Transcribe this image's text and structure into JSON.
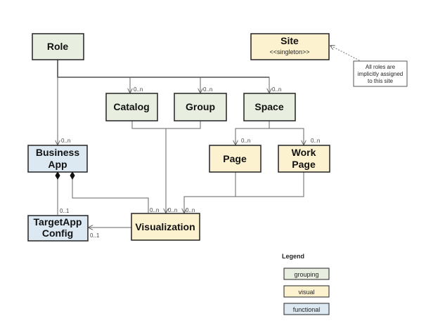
{
  "colors": {
    "grouping": "#e8eee0",
    "visual": "#fdf2d0",
    "functional": "#dde9f2",
    "border": "#222222",
    "edge": "#666666"
  },
  "nodes": {
    "role": {
      "label": "Role"
    },
    "site": {
      "label": "Site",
      "stereotype": "<<singleton>>"
    },
    "catalog": {
      "label": "Catalog"
    },
    "group": {
      "label": "Group"
    },
    "space": {
      "label": "Space"
    },
    "business_app": {
      "label_line1": "Business",
      "label_line2": "App"
    },
    "page": {
      "label": "Page"
    },
    "work_page": {
      "label_line1": "Work",
      "label_line2": "Page"
    },
    "target_app_config": {
      "label_line1": "TargetApp",
      "label_line2": "Config"
    },
    "visualization": {
      "label": "Visualization"
    }
  },
  "note": {
    "line1": "All roles are",
    "line2": "implicitly assigned",
    "line3": "to this site"
  },
  "multiplicities": {
    "role_catalog": "0..n",
    "role_group": "0..n",
    "role_space": "0..n",
    "role_businessapp": "0..n",
    "space_page": "0..n",
    "space_workpage": "0..n",
    "businessapp_targetapp": "0..1",
    "targetapp_side": "0..1",
    "vis_left": "0..n",
    "vis_mid": "0..n",
    "vis_right": "0..n"
  },
  "legend": {
    "title": "Legend",
    "items": [
      {
        "label": "grouping"
      },
      {
        "label": "visual"
      },
      {
        "label": "functional"
      }
    ]
  }
}
